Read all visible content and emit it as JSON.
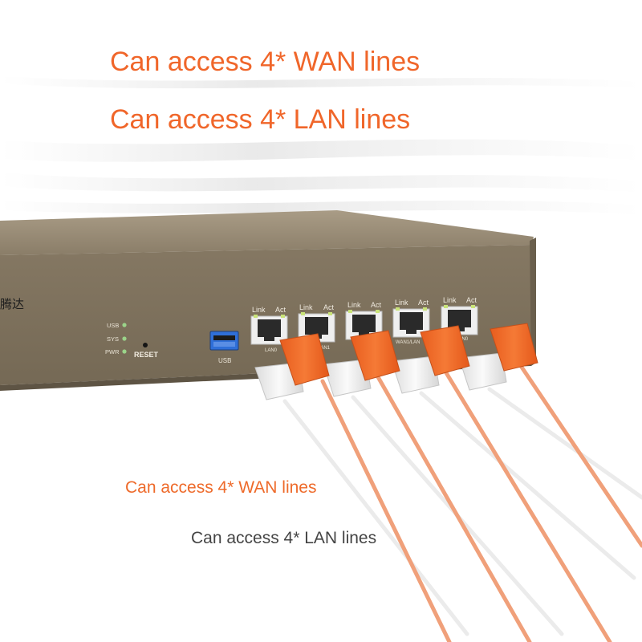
{
  "headlines": {
    "wan": "Can access 4* WAN lines",
    "lan": "Can access 4* LAN lines"
  },
  "callouts": {
    "wan": "Can access 4* WAN lines",
    "lan": "Can access 4* LAN lines"
  },
  "router": {
    "brand": "腾达",
    "leds": [
      "USB",
      "SYS",
      "PWR"
    ],
    "reset_label": "RESET",
    "usb_label": "USB",
    "port_link_label": "Link",
    "port_act_label": "Act",
    "ports": [
      "LAN0",
      "LAN1",
      "",
      "WAN1/LAN",
      "WAN0"
    ]
  },
  "colors": {
    "accent_orange": "#f0662a",
    "device_body": "#7f725d",
    "cable_white": "#f2f2f2",
    "usb_blue": "#2f6fd8"
  }
}
